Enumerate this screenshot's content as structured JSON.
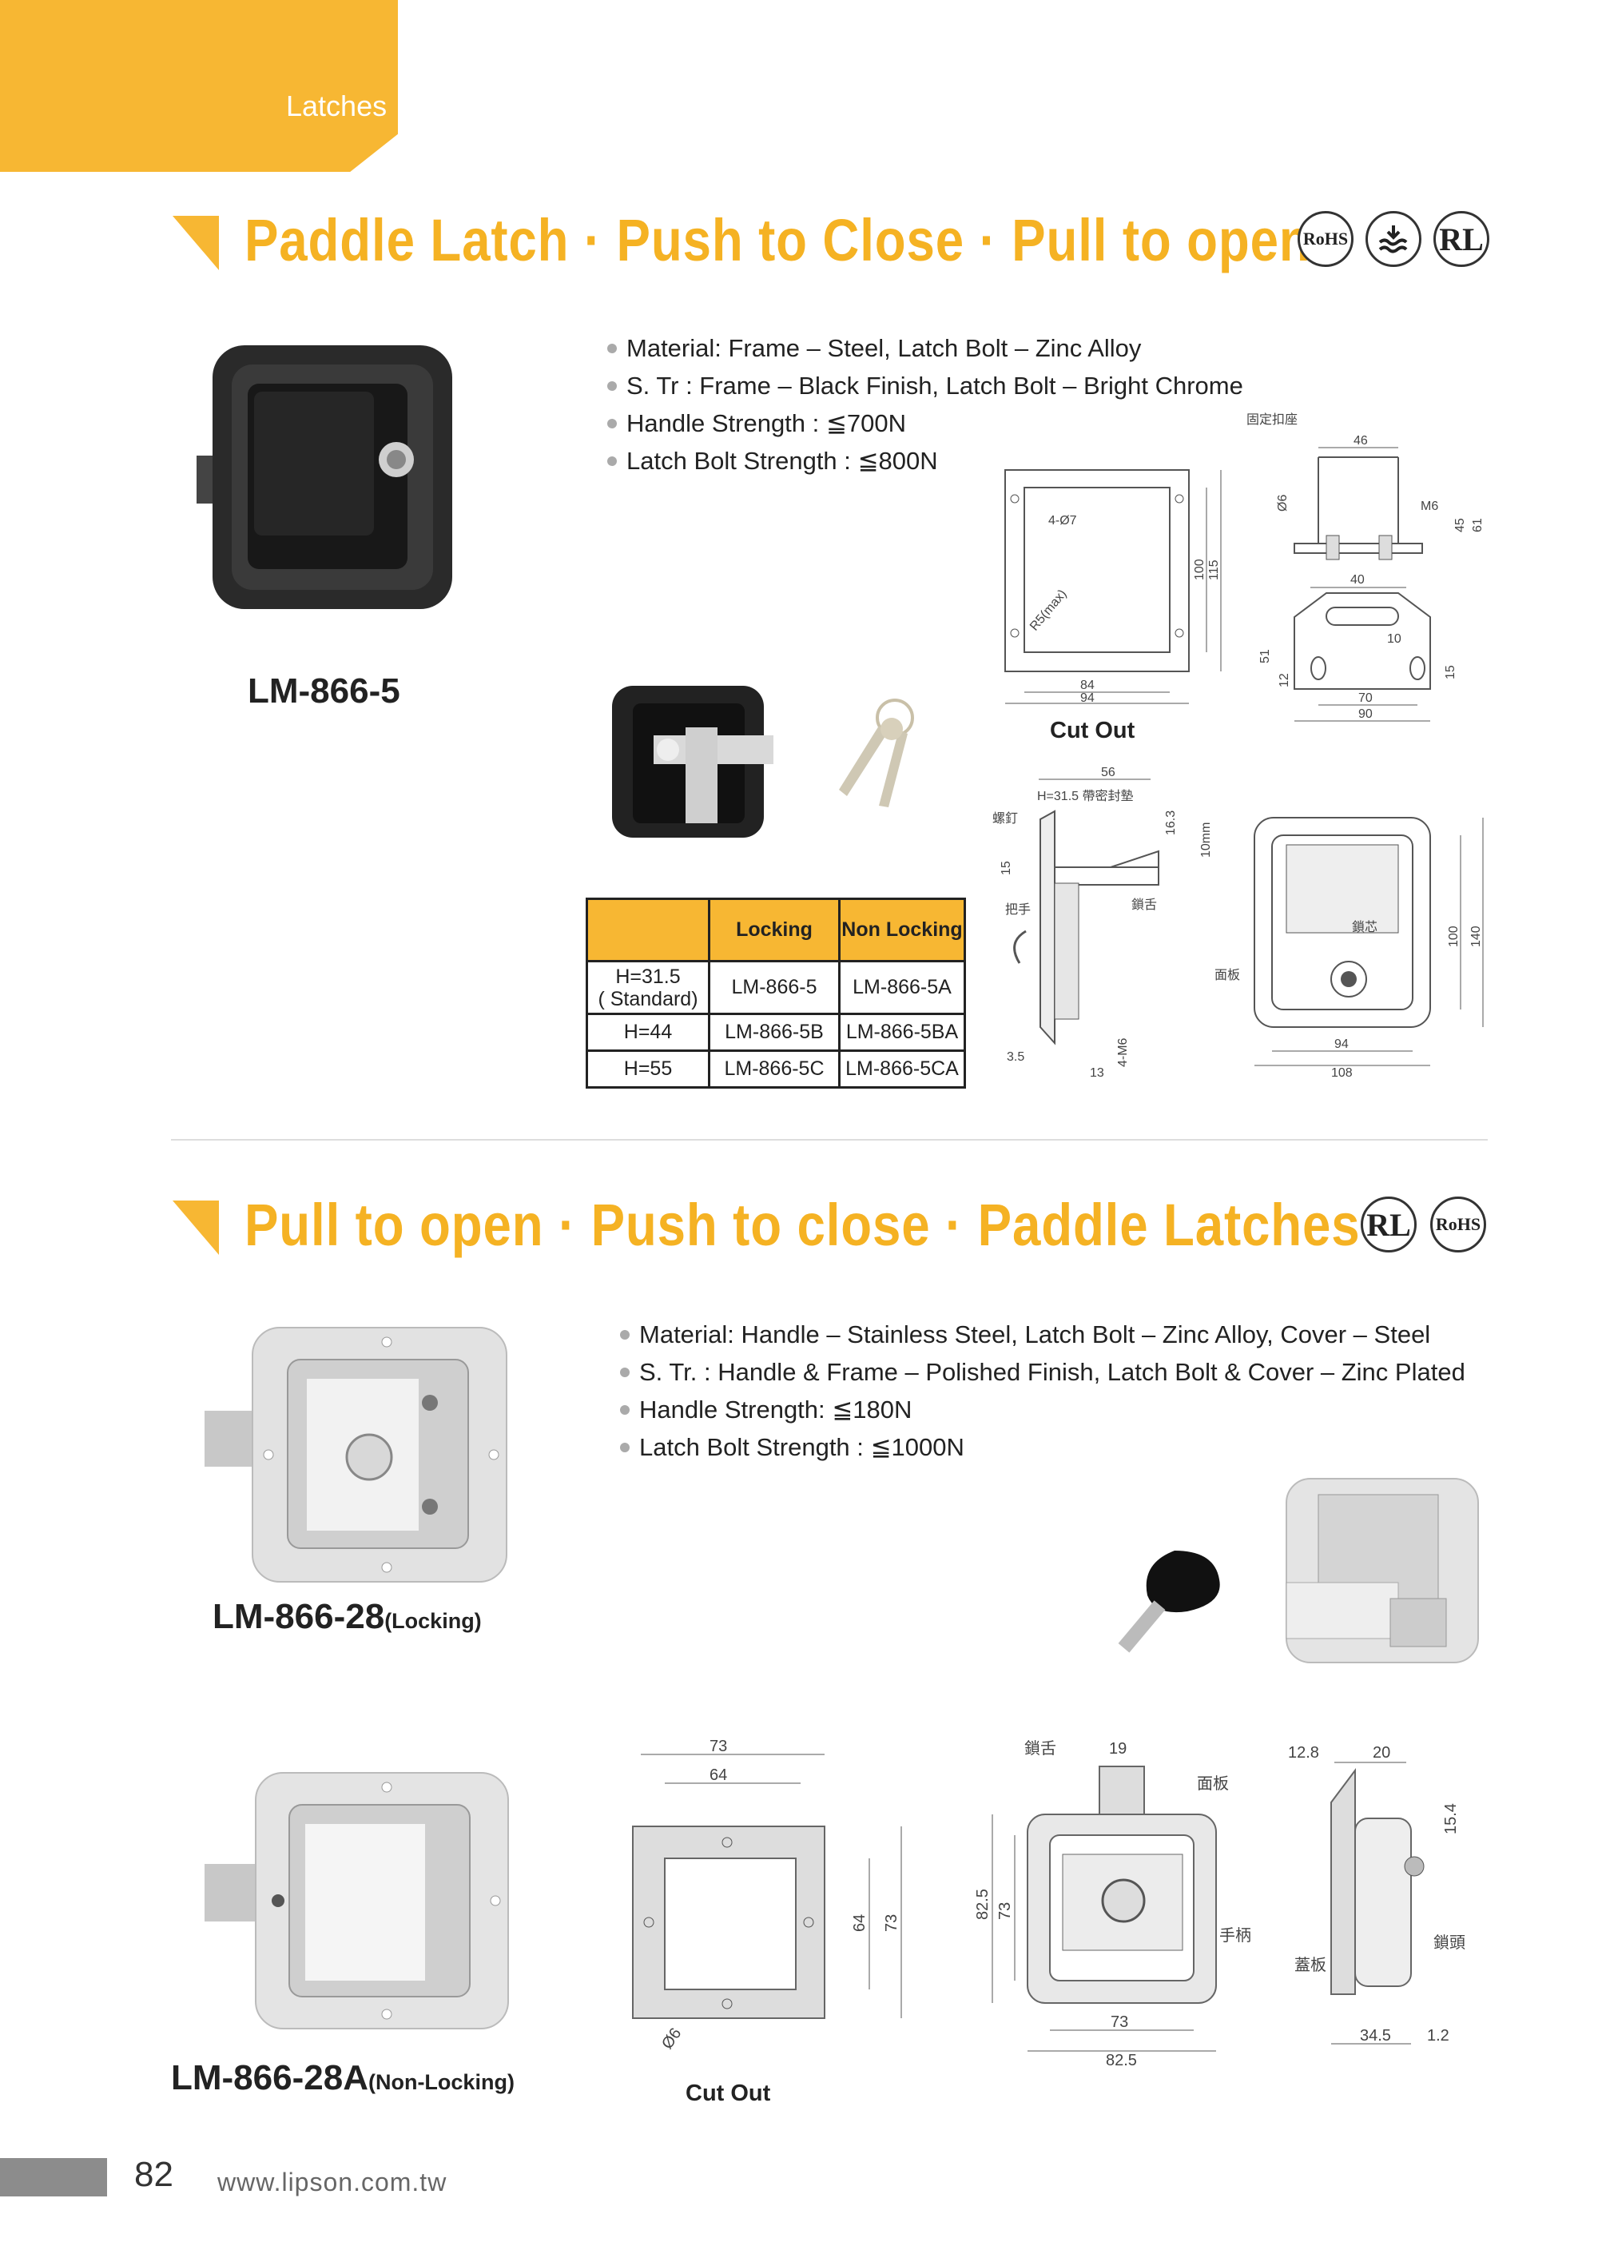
{
  "header": {
    "tab_label": "Latches"
  },
  "section1": {
    "title": "Paddle Latch · Push to Close · Pull to open",
    "badges": [
      "RoHS",
      "water-icon",
      "RL"
    ],
    "specs": [
      "Material: Frame – Steel, Latch Bolt – Zinc Alloy",
      "S. Tr : Frame – Black Finish, Latch Bolt – Bright Chrome",
      "Handle Strength : ≦700N",
      "Latch Bolt Strength : ≦800N"
    ],
    "model": "LM-866-5",
    "cutout_caption": "Cut Out",
    "table": {
      "headers": [
        "",
        "Locking",
        "Non Locking"
      ],
      "rows": [
        [
          "H=31.5\n( Standard)",
          "LM-866-5",
          "LM-866-5A"
        ],
        [
          "H=44",
          "LM-866-5B",
          "LM-866-5BA"
        ],
        [
          "H=55",
          "LM-866-5C",
          "LM-866-5CA"
        ]
      ]
    },
    "drawing_labels": {
      "hole": "4-Ø7",
      "radius": "R5(max)",
      "w_inner": "84",
      "w_outer": "94",
      "h_inner": "100",
      "h_outer": "115",
      "bracket_title": "固定扣座",
      "b46": "46",
      "b_phi6": "Ø6",
      "bM6": "M6",
      "b45": "45",
      "b61": "61",
      "b40": "40",
      "b10": "10",
      "b51": "51",
      "b12": "12",
      "b15": "15",
      "b70": "70",
      "b90": "90",
      "side56": "56",
      "sideH": "H=31.5 帶密封墊",
      "side_screw": "螺釘",
      "side_handle": "把手",
      "side_tongue": "鎖舌",
      "side16_3": "16.3",
      "side10mm": "10mm",
      "side15": "15",
      "side3_5": "3.5",
      "side13": "13",
      "side4M6": "4-M6",
      "front_core": "鎖芯",
      "front_panel": "面板",
      "front94": "94",
      "front108": "108",
      "front100": "100",
      "front140": "140"
    }
  },
  "section2": {
    "title": "Pull to open · Push to close · Paddle Latches",
    "badges": [
      "RL",
      "RoHS"
    ],
    "specs": [
      "Material: Handle – Stainless Steel, Latch Bolt – Zinc Alloy, Cover – Steel",
      "S. Tr. : Handle & Frame – Polished Finish, Latch Bolt & Cover – Zinc Plated",
      "Handle Strength: ≦180N",
      "Latch Bolt Strength : ≦1000N"
    ],
    "model_a": "LM-866-28",
    "model_a_note": "(Locking)",
    "model_b": "LM-866-28A",
    "model_b_note": "(Non-Locking)",
    "cutout_caption": "Cut Out",
    "drawing_labels": {
      "c73": "73",
      "c64": "64",
      "c64v": "64",
      "c73v": "73",
      "c_phi6": "Ø6",
      "f_tongue": "鎖舌",
      "f19": "19",
      "f_panel": "面板",
      "f_handle": "手柄",
      "f82_5": "82.5",
      "f73v": "73",
      "f73": "73",
      "f82_5h": "82.5",
      "s12_8": "12.8",
      "s20": "20",
      "s15_4": "15.4",
      "s_cover": "蓋板",
      "s_head": "鎖頭",
      "s34_5": "34.5",
      "s1_2": "1.2"
    }
  },
  "footer": {
    "page_number": "82",
    "url": "www.lipson.com.tw"
  }
}
